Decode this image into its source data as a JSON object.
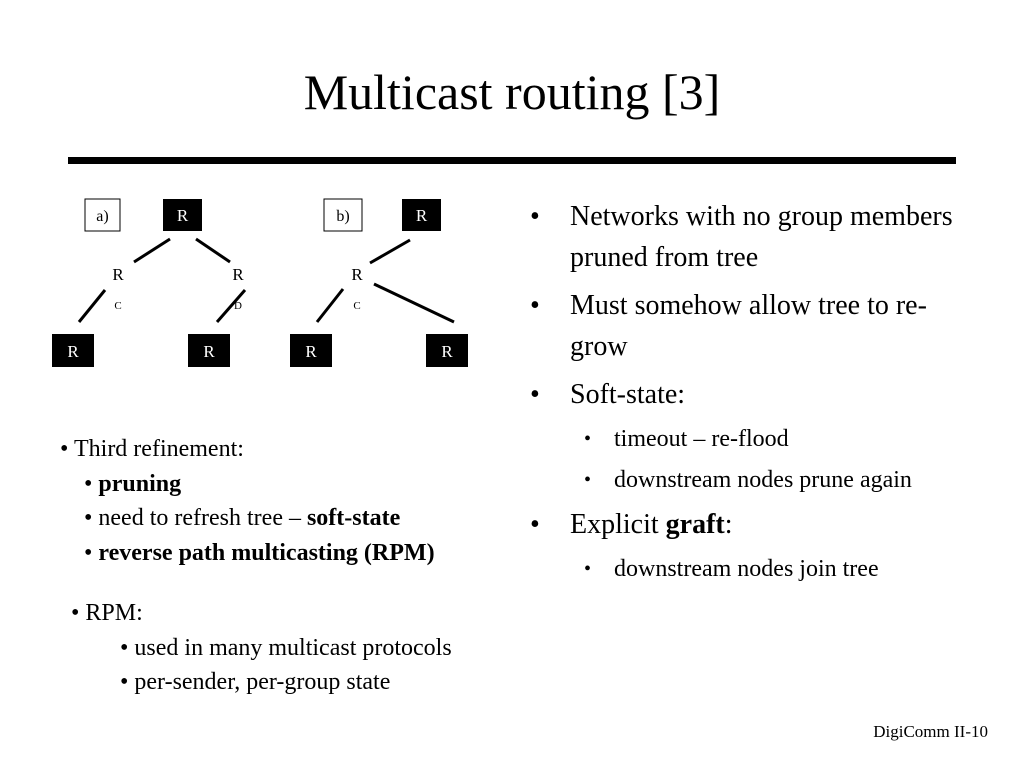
{
  "slide": {
    "title": "Multicast routing [3]",
    "footer": "DigiComm II-10"
  },
  "diagram": {
    "a": {
      "label": "a)",
      "root": "R",
      "mid_left": "R",
      "mid_left_sub": "C",
      "mid_right": "R",
      "mid_right_sub": "D",
      "leaf_left": "R",
      "leaf_right": "R"
    },
    "b": {
      "label": "b)",
      "root": "R",
      "mid": "R",
      "mid_sub": "C",
      "leaf_left": "R",
      "leaf_right": "R"
    }
  },
  "right_bullets": [
    {
      "text": "Networks with no group members pruned from tree"
    },
    {
      "text": "Must somehow allow tree to re-grow"
    },
    {
      "text": "Soft-state:",
      "sub": [
        "timeout – re-flood",
        "downstream nodes prune again"
      ]
    },
    {
      "pre": "Explicit ",
      "bold": "graft",
      "post": ":",
      "sub": [
        "downstream nodes join tree"
      ]
    }
  ],
  "left_block": {
    "heading": "Third refinement:",
    "pruning": "pruning",
    "refresh_pre": "need to refresh tree – ",
    "refresh_bold": "soft-state",
    "rpm_item": "reverse path multicasting (RPM)"
  },
  "rpm_block": {
    "heading": "RPM:",
    "items": [
      "used in many multicast protocols",
      "per-sender, per-group state"
    ]
  },
  "bullet_char": "•"
}
